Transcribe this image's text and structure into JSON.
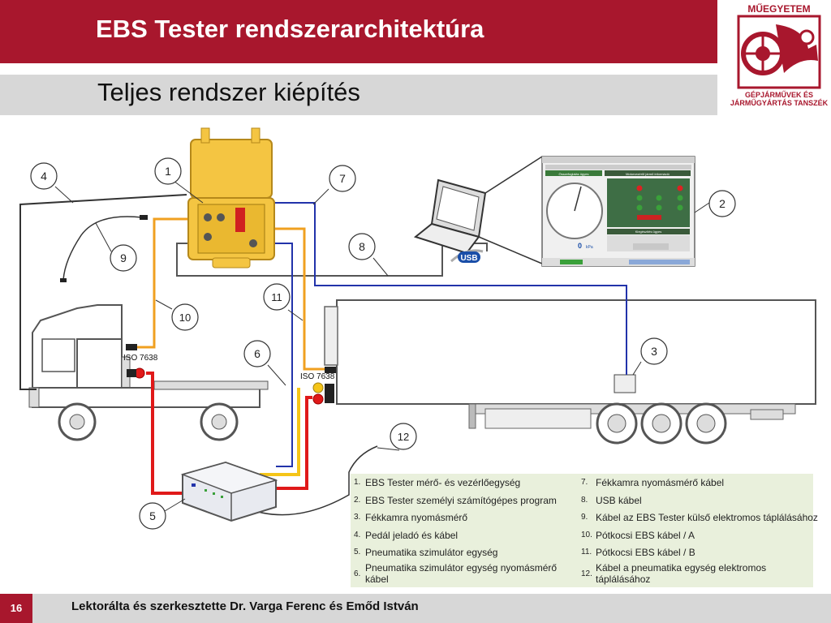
{
  "header": {
    "title": "EBS Tester rendszerarchitektúra",
    "subtitle": "Teljes rendszer kiépítés"
  },
  "logo": {
    "top_text": "MŰEGYETEM",
    "bottom_text": "GÉPJÁRMŰVEK ÉS JÁRMŰGYÁRTÁS TANSZÉK"
  },
  "diagram": {
    "callouts": [
      "1",
      "2",
      "3",
      "4",
      "5",
      "6",
      "7",
      "8",
      "9",
      "10",
      "11",
      "12"
    ],
    "connector_label_1": "ISO 7638",
    "connector_label_2": "ISO 7638",
    "usb_label": "USB",
    "gauge_value": "0",
    "gauge_unit": "kPa",
    "app_panel_left_title": "Összefoglalás ügyes",
    "app_panel_right_title": "Motorvezérlő jármű információ",
    "app_panel_bottom_title": "Kiegészítés ügyes"
  },
  "legend": {
    "items": [
      {
        "num": "1.",
        "text": "EBS Tester mérő- és vezérlőegység"
      },
      {
        "num": "2.",
        "text": "EBS Tester személyi számítógépes program"
      },
      {
        "num": "3.",
        "text": "Fékkamra nyomásmérő"
      },
      {
        "num": "4.",
        "text": "Pedál jeladó és kábel"
      },
      {
        "num": "5.",
        "text": "Pneumatika szimulátor egység"
      },
      {
        "num": "6.",
        "text": "Pneumatika szimulátor egység nyomásmérő kábel"
      },
      {
        "num": "7.",
        "text": "Fékkamra nyomásmérő kábel"
      },
      {
        "num": "8.",
        "text": "USB kábel"
      },
      {
        "num": "9.",
        "text": "Kábel az EBS Tester külső elektromos táplálásához"
      },
      {
        "num": "10.",
        "text": "Pótkocsi EBS kábel / A"
      },
      {
        "num": "11.",
        "text": "Pótkocsi EBS kábel / B"
      },
      {
        "num": "12.",
        "text": "Kábel a pneumatika egység elektromos táplálásához"
      }
    ]
  },
  "footer": {
    "page": "16",
    "text": "Lektorálta és szerkesztette Dr. Varga Ferenc és Emőd István"
  },
  "colors": {
    "brand": "#a8172d",
    "gray_bar": "#d7d7d7",
    "legend_bg": "#e9f0dc",
    "cable_yellow": "#f5c518",
    "cable_red": "#e01919",
    "cable_blue": "#2233aa",
    "cable_orange": "#f0a020"
  }
}
